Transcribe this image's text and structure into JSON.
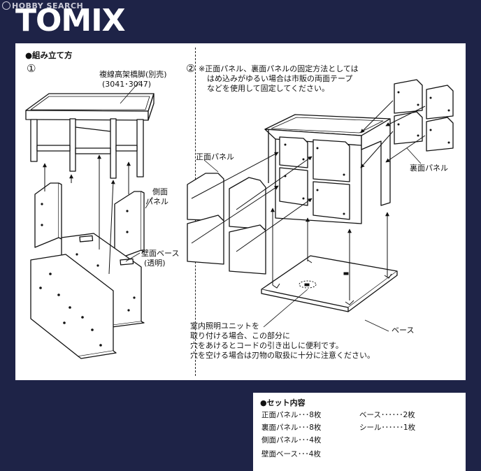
{
  "watermark": "HOBBY SEARCH",
  "brand": "TOMIX",
  "assembly": {
    "heading": "●組み立て方",
    "step1": {
      "number": "①",
      "viaduct_pier": "複線高架橋脚(別売)",
      "viaduct_pier_codes": "(3041･3047)",
      "side_panel": [
        "側面",
        "パネル"
      ],
      "wall_base": [
        "壁面ベース",
        "(透明)"
      ]
    },
    "step2": {
      "number": "②",
      "note": [
        "※正面パネル、裏面パネルの固定方法としては",
        "はめ込みがゆるい場合は市販の両面テープ",
        "などを使用して固定してください。"
      ],
      "front_panel": "正面パネル",
      "back_panel": "裏面パネル",
      "base": "ベース",
      "lighting_note": [
        "室内照明ユニットを",
        "取り付ける場合、この部分に",
        "穴をあけるとコードの引き出しに便利です。",
        "穴を空ける場合は刃物の取扱に十分に注意ください。"
      ]
    }
  },
  "set_contents": {
    "heading": "●セット内容",
    "left": [
      "正面パネル･･･8枚",
      "裏面パネル･･･8枚",
      "側面パネル･･･4枚",
      "壁面ベース･･･4枚"
    ],
    "right": [
      "ベース･･････2枚",
      "シール･･････1枚"
    ]
  }
}
